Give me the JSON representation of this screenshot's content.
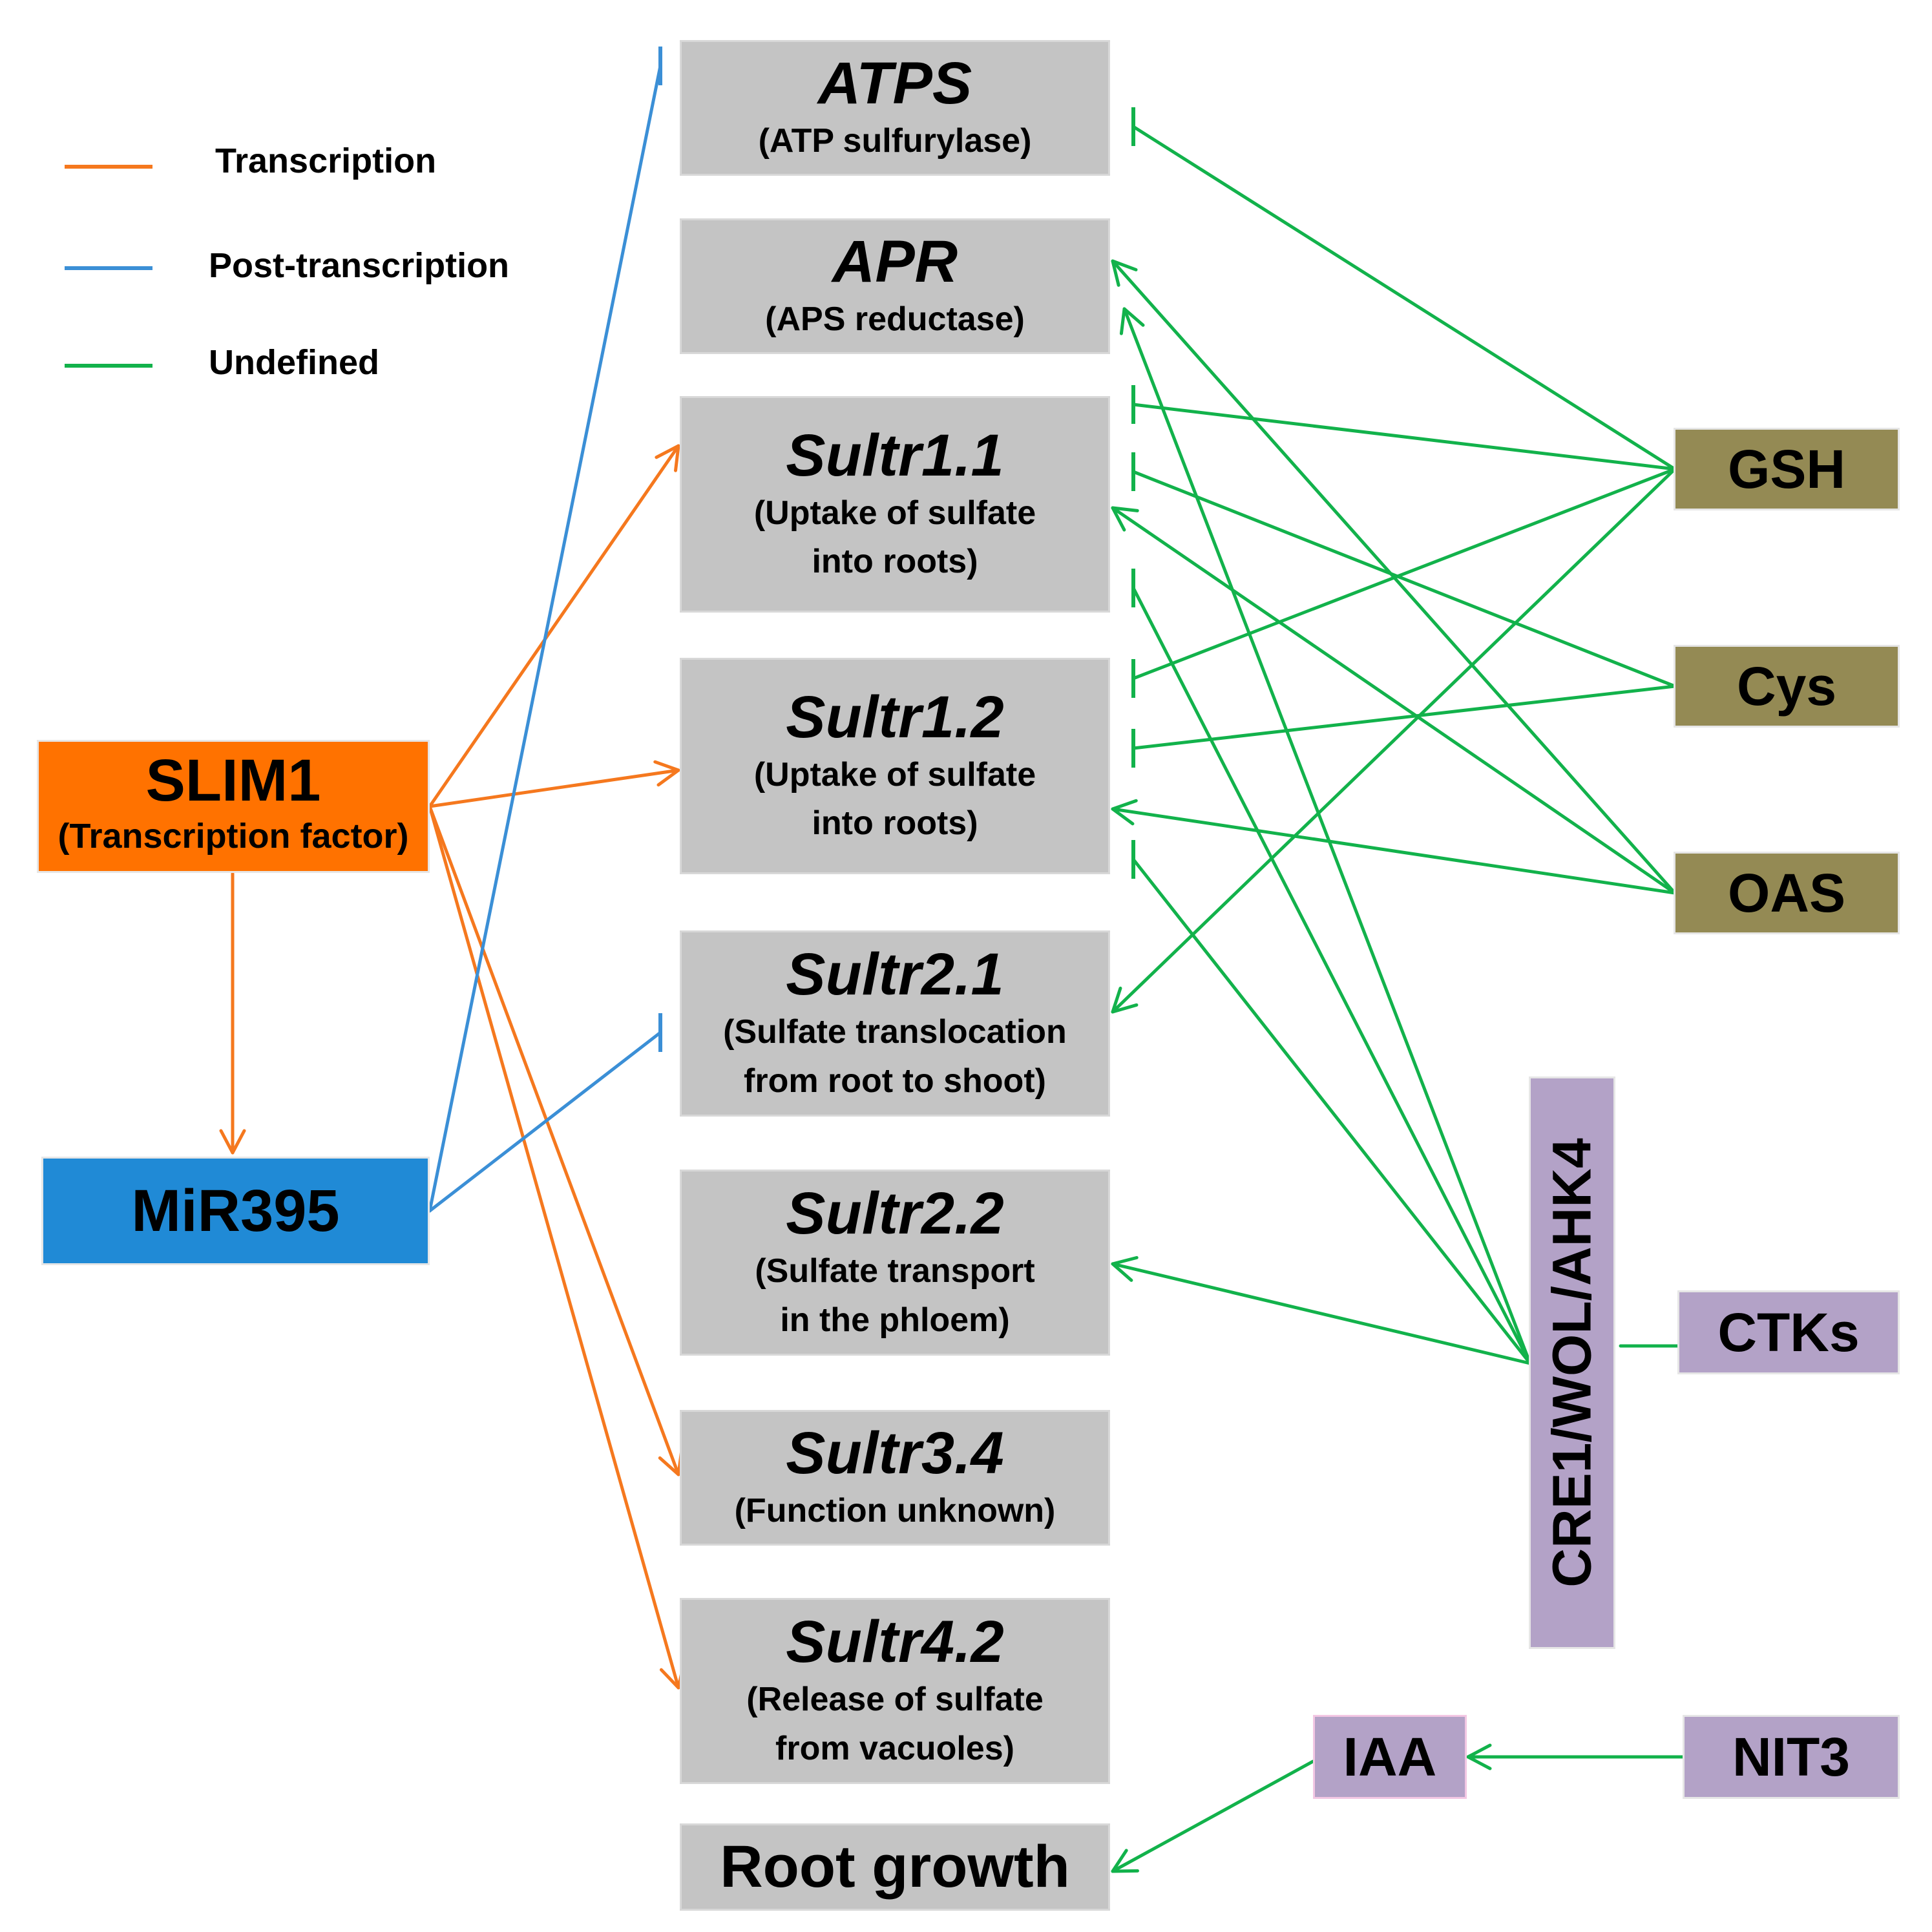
{
  "legend": [
    {
      "label": "Transcription",
      "color": "#f5781e"
    },
    {
      "label": "Post-transcription",
      "color": "#3b8fd6"
    },
    {
      "label": "Undefined",
      "color": "#12b24b"
    }
  ],
  "genes": [
    {
      "id": "atps",
      "title": "ATPS",
      "sub": [
        "(ATP sulfurylase)"
      ]
    },
    {
      "id": "apr",
      "title": "APR",
      "sub": [
        "(APS reductase)"
      ]
    },
    {
      "id": "sultr11",
      "title": "Sultr1.1",
      "sub": [
        "(Uptake of sulfate",
        "into roots)"
      ]
    },
    {
      "id": "sultr12",
      "title": "Sultr1.2",
      "sub": [
        "(Uptake of sulfate",
        "into roots)"
      ]
    },
    {
      "id": "sultr21",
      "title": "Sultr2.1",
      "sub": [
        "(Sulfate translocation",
        "from root to shoot)"
      ]
    },
    {
      "id": "sultr22",
      "title": "Sultr2.2",
      "sub": [
        "(Sulfate transport",
        "in the phloem)"
      ]
    },
    {
      "id": "sultr34",
      "title": "Sultr3.4",
      "sub": [
        "(Function unknown)"
      ]
    },
    {
      "id": "sultr42",
      "title": "Sultr4.2",
      "sub": [
        "(Release of sulfate",
        "from vacuoles)"
      ]
    },
    {
      "id": "root",
      "title": "Root growth",
      "sub": []
    }
  ],
  "regulators": {
    "slim1": {
      "title": "SLIM1",
      "sub": "(Transcription factor)"
    },
    "mir395": {
      "title": "MiR395"
    },
    "gsh": {
      "title": "GSH"
    },
    "cys": {
      "title": "Cys"
    },
    "oas": {
      "title": "OAS"
    },
    "cre1": {
      "title": "CRE1/WOL/AHK4"
    },
    "ctks": {
      "title": "CTKs"
    },
    "iaa": {
      "title": "IAA"
    },
    "nit3": {
      "title": "NIT3"
    }
  },
  "colors": {
    "orange_box": "#ff7200",
    "blue_box": "#208ad6",
    "gray_box": "#c4c4c4",
    "olive_box": "#948a54",
    "lilac_box": "#b3a2c7",
    "transcription_line": "#f5781e",
    "post_transcription_line": "#3b8fd6",
    "undefined_line": "#12b24b"
  },
  "edges": [
    {
      "from": "slim1",
      "to": "sultr11",
      "type": "transcription",
      "effect": "activate"
    },
    {
      "from": "slim1",
      "to": "sultr12",
      "type": "transcription",
      "effect": "activate"
    },
    {
      "from": "slim1",
      "to": "sultr34",
      "type": "transcription",
      "effect": "activate"
    },
    {
      "from": "slim1",
      "to": "sultr42",
      "type": "transcription",
      "effect": "activate"
    },
    {
      "from": "slim1",
      "to": "mir395",
      "type": "transcription",
      "effect": "activate"
    },
    {
      "from": "mir395",
      "to": "atps",
      "type": "post-transcription",
      "effect": "inhibit"
    },
    {
      "from": "mir395",
      "to": "sultr21",
      "type": "post-transcription",
      "effect": "inhibit"
    },
    {
      "from": "gsh",
      "to": "atps",
      "type": "undefined",
      "effect": "inhibit"
    },
    {
      "from": "gsh",
      "to": "sultr11",
      "type": "undefined",
      "effect": "inhibit"
    },
    {
      "from": "gsh",
      "to": "sultr12",
      "type": "undefined",
      "effect": "inhibit"
    },
    {
      "from": "gsh",
      "to": "sultr21",
      "type": "undefined",
      "effect": "activate"
    },
    {
      "from": "cys",
      "to": "sultr11",
      "type": "undefined",
      "effect": "inhibit"
    },
    {
      "from": "cys",
      "to": "sultr12",
      "type": "undefined",
      "effect": "inhibit"
    },
    {
      "from": "oas",
      "to": "apr",
      "type": "undefined",
      "effect": "activate"
    },
    {
      "from": "oas",
      "to": "sultr11",
      "type": "undefined",
      "effect": "activate"
    },
    {
      "from": "oas",
      "to": "sultr12",
      "type": "undefined",
      "effect": "activate"
    },
    {
      "from": "cre1",
      "to": "apr",
      "type": "undefined",
      "effect": "activate"
    },
    {
      "from": "cre1",
      "to": "sultr11",
      "type": "undefined",
      "effect": "inhibit"
    },
    {
      "from": "cre1",
      "to": "sultr12",
      "type": "undefined",
      "effect": "inhibit"
    },
    {
      "from": "cre1",
      "to": "sultr22",
      "type": "undefined",
      "effect": "activate"
    },
    {
      "from": "ctks",
      "to": "cre1",
      "type": "undefined",
      "effect": "none"
    },
    {
      "from": "nit3",
      "to": "iaa",
      "type": "undefined",
      "effect": "activate"
    },
    {
      "from": "iaa",
      "to": "root",
      "type": "undefined",
      "effect": "activate"
    }
  ]
}
